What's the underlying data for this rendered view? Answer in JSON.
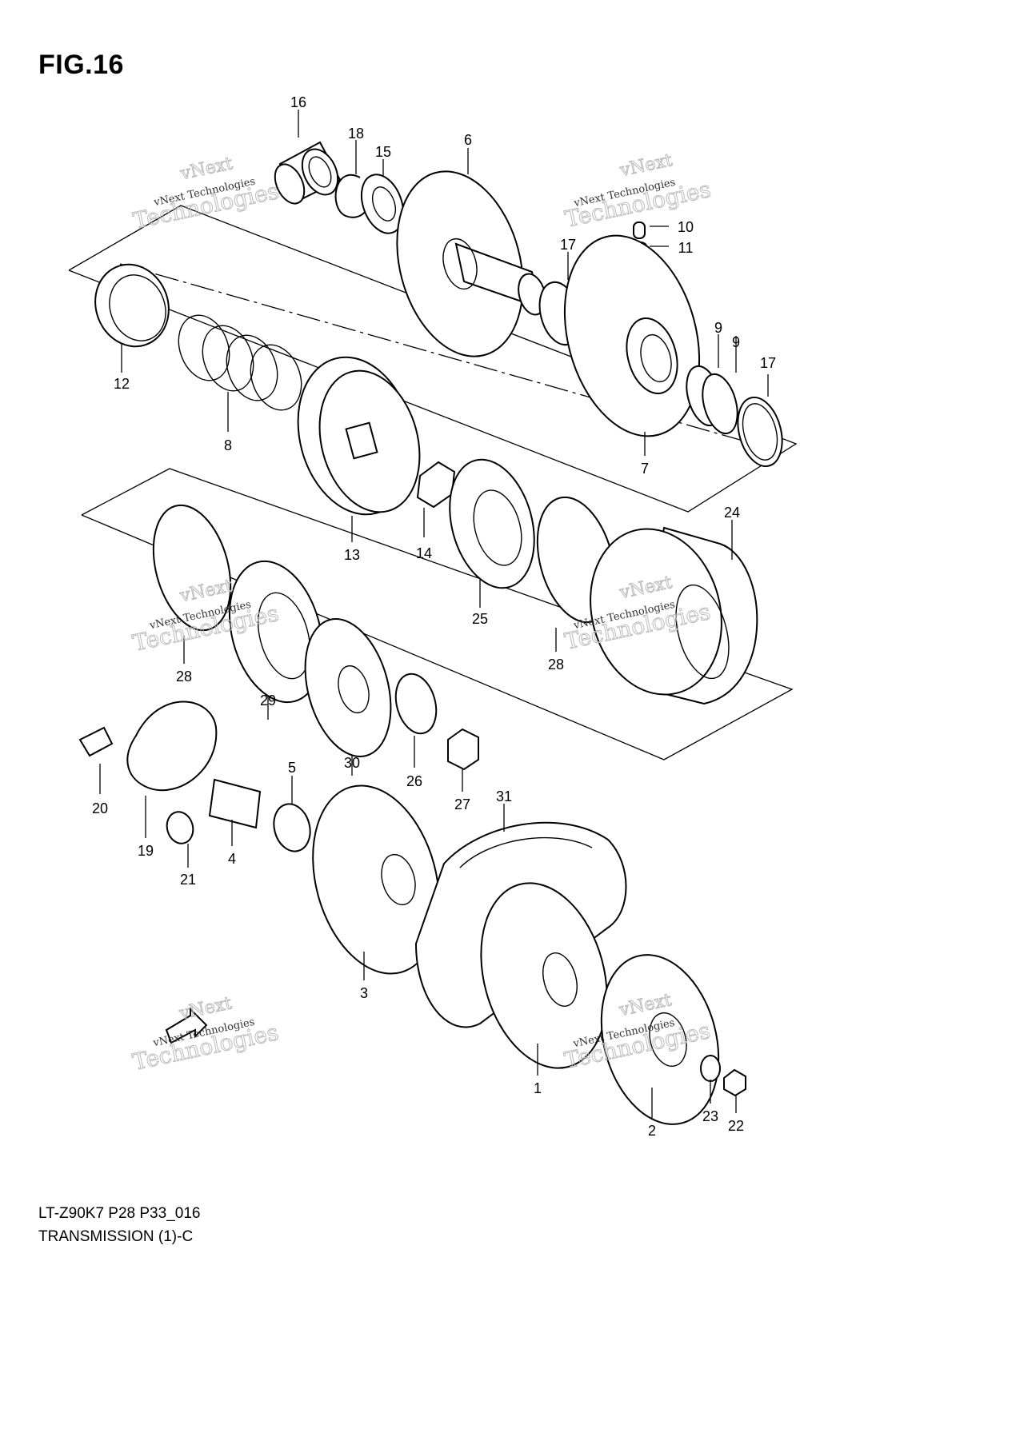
{
  "figure": {
    "title": "FIG.16"
  },
  "caption": {
    "code": "LT-Z90K7 P28 P33_016",
    "name": "TRANSMISSION (1)-C"
  },
  "watermark": {
    "brand_top": "vNext",
    "brand_bottom": "Technologies",
    "line": "vNext Technologies"
  },
  "callouts": [
    {
      "id": "c16",
      "label": "16"
    },
    {
      "id": "c18",
      "label": "18"
    },
    {
      "id": "c15",
      "label": "15"
    },
    {
      "id": "c6",
      "label": "6"
    },
    {
      "id": "c10",
      "label": "10"
    },
    {
      "id": "c11",
      "label": "11"
    },
    {
      "id": "c17a",
      "label": "17"
    },
    {
      "id": "c9a",
      "label": "9"
    },
    {
      "id": "c9b",
      "label": "9"
    },
    {
      "id": "c17b",
      "label": "17"
    },
    {
      "id": "c12",
      "label": "12"
    },
    {
      "id": "c8",
      "label": "8"
    },
    {
      "id": "c7",
      "label": "7"
    },
    {
      "id": "c13",
      "label": "13"
    },
    {
      "id": "c14",
      "label": "14"
    },
    {
      "id": "c25",
      "label": "25"
    },
    {
      "id": "c24",
      "label": "24"
    },
    {
      "id": "c28a",
      "label": "28"
    },
    {
      "id": "c29",
      "label": "29"
    },
    {
      "id": "c30",
      "label": "30"
    },
    {
      "id": "c28b",
      "label": "28"
    },
    {
      "id": "c26",
      "label": "26"
    },
    {
      "id": "c27",
      "label": "27"
    },
    {
      "id": "c5",
      "label": "5"
    },
    {
      "id": "c20",
      "label": "20"
    },
    {
      "id": "c19",
      "label": "19"
    },
    {
      "id": "c4",
      "label": "4"
    },
    {
      "id": "c21",
      "label": "21"
    },
    {
      "id": "c31",
      "label": "31"
    },
    {
      "id": "c3",
      "label": "3"
    },
    {
      "id": "c1",
      "label": "1"
    },
    {
      "id": "c2",
      "label": "2"
    },
    {
      "id": "c23",
      "label": "23"
    },
    {
      "id": "c22",
      "label": "22"
    }
  ]
}
